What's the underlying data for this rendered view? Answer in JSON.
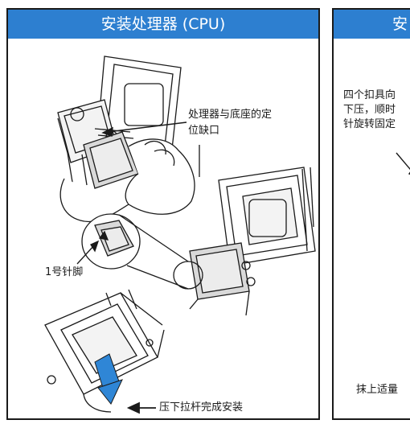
{
  "left_panel": {
    "title": "安装处理器 (CPU)",
    "callouts": {
      "notch_line1": "处理器与底座的定",
      "notch_line2": "位缺口",
      "pin1": "1号针脚",
      "lever": "压下拉杆完成安装"
    }
  },
  "right_panel": {
    "title": "安",
    "callouts": {
      "clip_line1": "四个扣具向",
      "clip_line2": "下压，顺时",
      "clip_line3": "针旋转固定",
      "grease": "抹上适量"
    }
  },
  "colors": {
    "header_blue": "#2d7fd0",
    "lever_blue": "#2f86d6",
    "line_dark": "#1a1a1a",
    "cpu_gray": "#d9d9d9"
  }
}
